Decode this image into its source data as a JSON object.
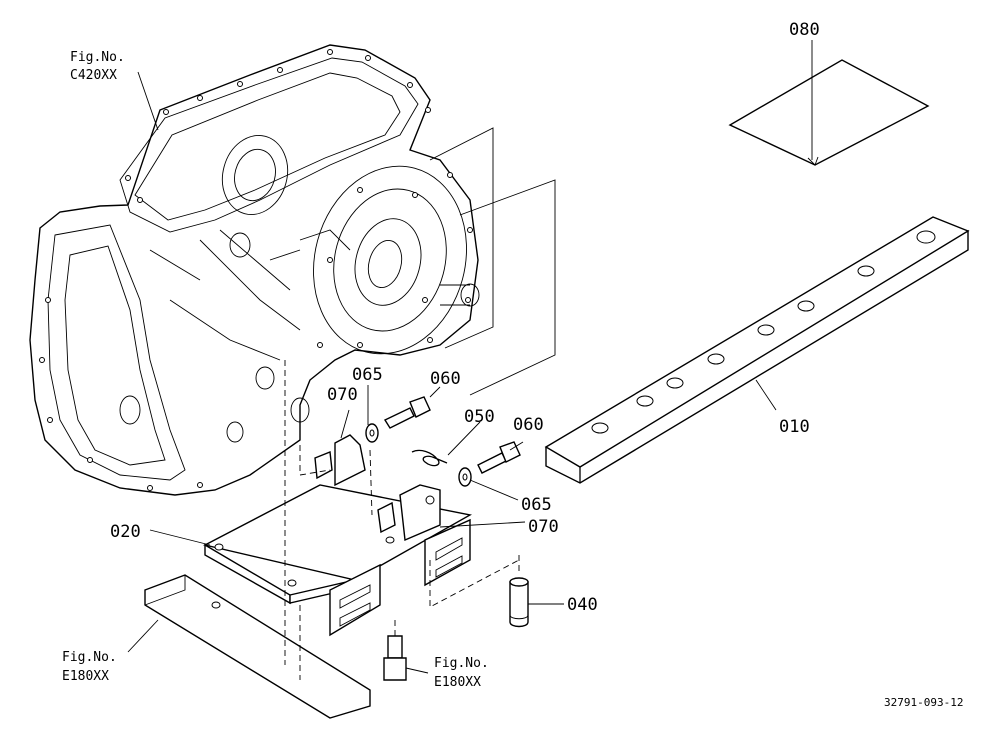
{
  "diagram": {
    "parts": {
      "p080": "080",
      "p010": "010",
      "p065a": "065",
      "p060a": "060",
      "p070a": "070",
      "p050": "050",
      "p060b": "060",
      "p065b": "065",
      "p070b": "070",
      "p020": "020",
      "p040": "040"
    },
    "fig_refs": {
      "c420": {
        "line1": "Fig.No.",
        "line2": "C420XX"
      },
      "e180a": {
        "line1": "Fig.No.",
        "line2": "E180XX"
      },
      "e180b": {
        "line1": "Fig.No.",
        "line2": "E180XX"
      }
    },
    "drawing_number": "32791-093-12"
  }
}
